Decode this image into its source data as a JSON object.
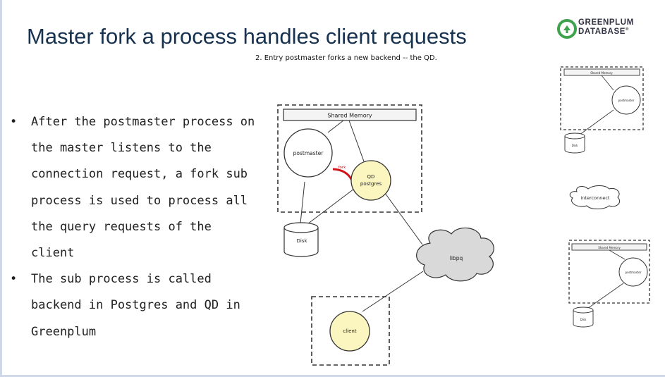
{
  "slide": {
    "title": "Master fork a process handles client requests",
    "subtitle": "2. Entry postmaster forks a new backend -- the QD.",
    "logo": {
      "line1": "GREENPLUM",
      "line2": "DATABASE",
      "mark": "®",
      "icon": "greenplum-logo-icon",
      "color": "#3fa34d"
    },
    "bullets": [
      "After the postmaster process on the master listens to the connection request, a fork sub process is used to process all the query requests of the client",
      "The sub process is called backend in Postgres and QD in Greenplum"
    ],
    "bullet_char": "•"
  },
  "diagram": {
    "shared_memory": "Shared Memory",
    "postmaster": "postmaster",
    "fork": "fork",
    "qd_line1": "QD",
    "qd_line2": "postgres",
    "disk": "Disk",
    "libpq": "libpq",
    "client": "client",
    "interconnect": "interconnect",
    "segment_shared_memory": "Shared Memory",
    "segment_process": "postmaster",
    "segment_disk": "Disk",
    "colors": {
      "highlight": "#fbf6bf",
      "cloud": "#d9d9d9",
      "fork": "#d0121b"
    }
  }
}
